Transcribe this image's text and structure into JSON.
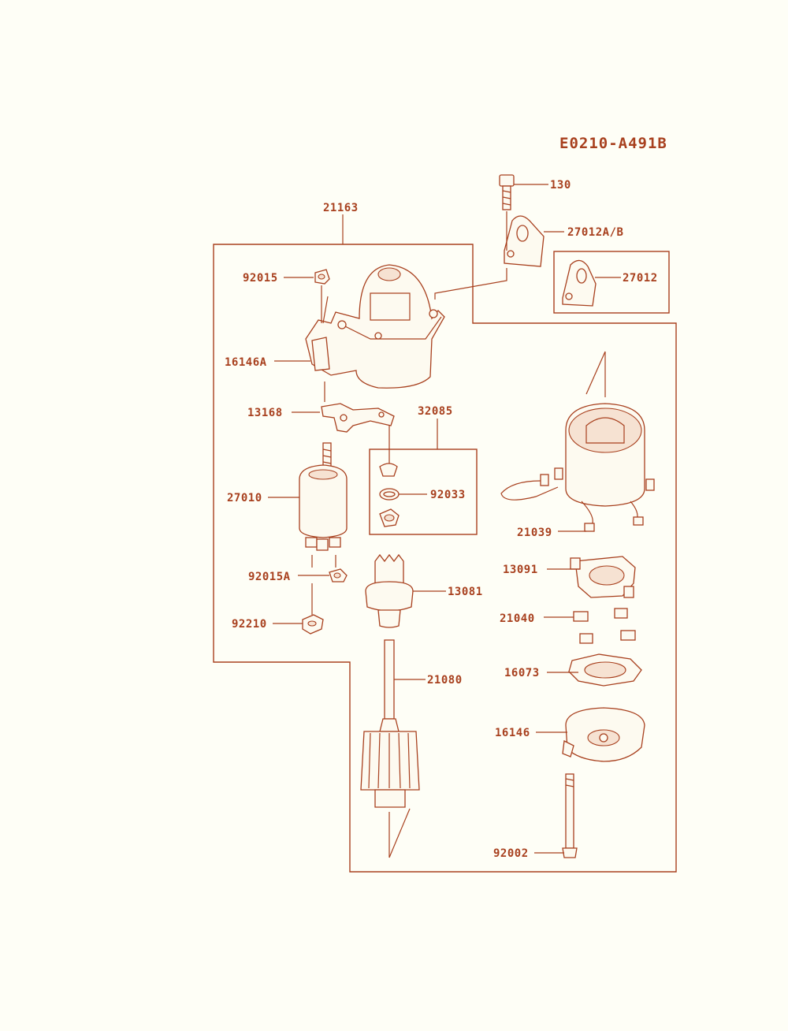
{
  "diagram_code": "E0210-A491B",
  "parts": {
    "p130": "130",
    "p27012AB": "27012A/B",
    "p27012": "27012",
    "p21163": "21163",
    "p92015": "92015",
    "p16146A": "16146A",
    "p13168": "13168",
    "p32085": "32085",
    "p92033": "92033",
    "p27010": "27010",
    "p21039": "21039",
    "p13091": "13091",
    "p92015A": "92015A",
    "p13081": "13081",
    "p21040": "21040",
    "p92210": "92210",
    "p16073": "16073",
    "p21080": "21080",
    "p16146": "16146",
    "p92002": "92002"
  },
  "colors": {
    "ink": "#a8401e",
    "paper": "#fefef6"
  }
}
